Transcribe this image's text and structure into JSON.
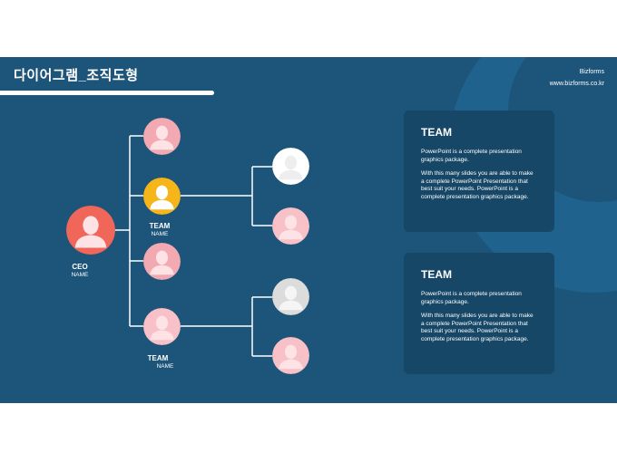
{
  "slide": {
    "title": "다이어그램_조직도형",
    "brand_name": "Bizforms",
    "brand_url": "www.bizforms.co.kr"
  },
  "org": {
    "ceo": {
      "role": "CEO",
      "name": "NAME",
      "avatar_color": "#f0675a"
    },
    "team_top": {
      "role": "TEAM",
      "name": "NAME",
      "avatar_color": "#f6b519"
    },
    "team_bottom": {
      "role": "TEAM",
      "name": "NAME",
      "avatar_color": "#f7c1c7"
    },
    "member_colors": {
      "level1_a": "#f3a9b1",
      "level1_c": "#f3a9b1",
      "level2_a": "#ffffff",
      "level2_b": "#f7c1c7",
      "level2_c": "#dcdcdc",
      "level2_d": "#f7c1c7"
    }
  },
  "cards": [
    {
      "title": "TEAM",
      "para1": "PowerPoint is a complete presentation graphics package.",
      "para2": "With this many slides you are able to make a complete PowerPoint Presentation that best suit your needs. PowerPoint is a complete presentation graphics package."
    },
    {
      "title": "TEAM",
      "para1": "PowerPoint is a complete presentation graphics package.",
      "para2": "With this many slides you are able to make a complete PowerPoint Presentation that best suit your needs. PowerPoint is a complete presentation graphics package."
    }
  ],
  "colors": {
    "background": "#1d5479",
    "card": "#164766",
    "accent_circle": "#1f628d"
  }
}
